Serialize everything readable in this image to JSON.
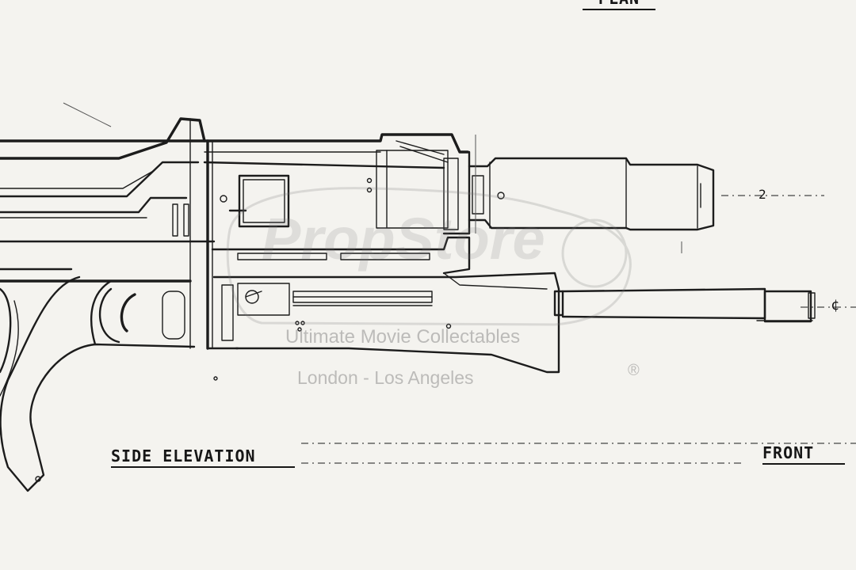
{
  "drawing": {
    "title_top": "PLAN",
    "label_side": "SIDE ELEVATION",
    "label_front": "FRONT",
    "centerline_marks": [
      "2",
      "¢"
    ]
  },
  "watermark": {
    "logo_text": "PropStore",
    "tagline": "Ultimate Movie Collectables",
    "locations": "London - Los Angeles",
    "registered": "®"
  },
  "colors": {
    "paper": "#f4f3ef",
    "ink": "#1c1c1c",
    "watermark": "#8a8a8a"
  }
}
